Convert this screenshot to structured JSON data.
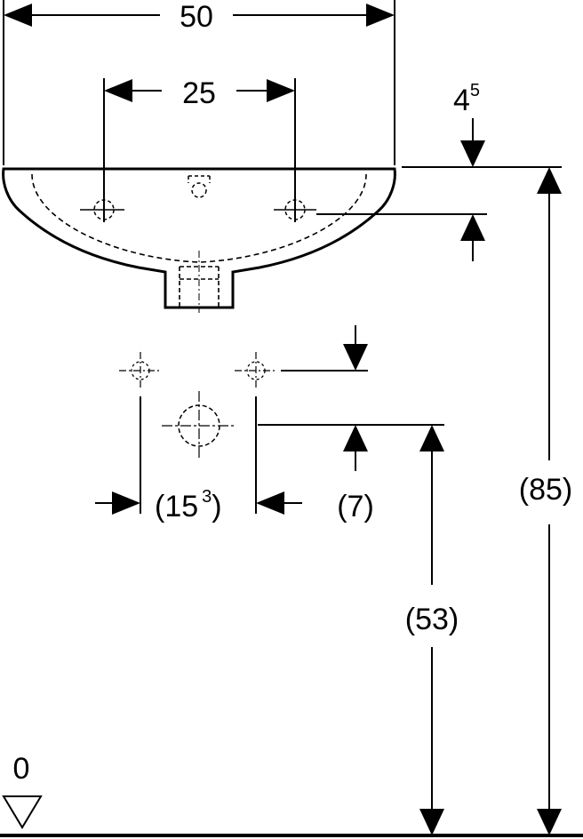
{
  "dimensions": {
    "overall_width": "50",
    "tap_spacing": "25",
    "rim_to_tap_main": "4",
    "rim_to_tap_sup": "5",
    "supply_spacing_main": "(15",
    "supply_spacing_sup": "3",
    "supply_spacing_close": ")",
    "supply_above_waste": "(7)",
    "waste_height": "(53)",
    "rim_height": "(85)",
    "floor_level": "0"
  },
  "colors": {
    "line": "#000000",
    "background": "#ffffff"
  },
  "icons": {
    "floor_marker": "floor-level-triangle-icon",
    "arrow": "dimension-arrow-icon"
  }
}
